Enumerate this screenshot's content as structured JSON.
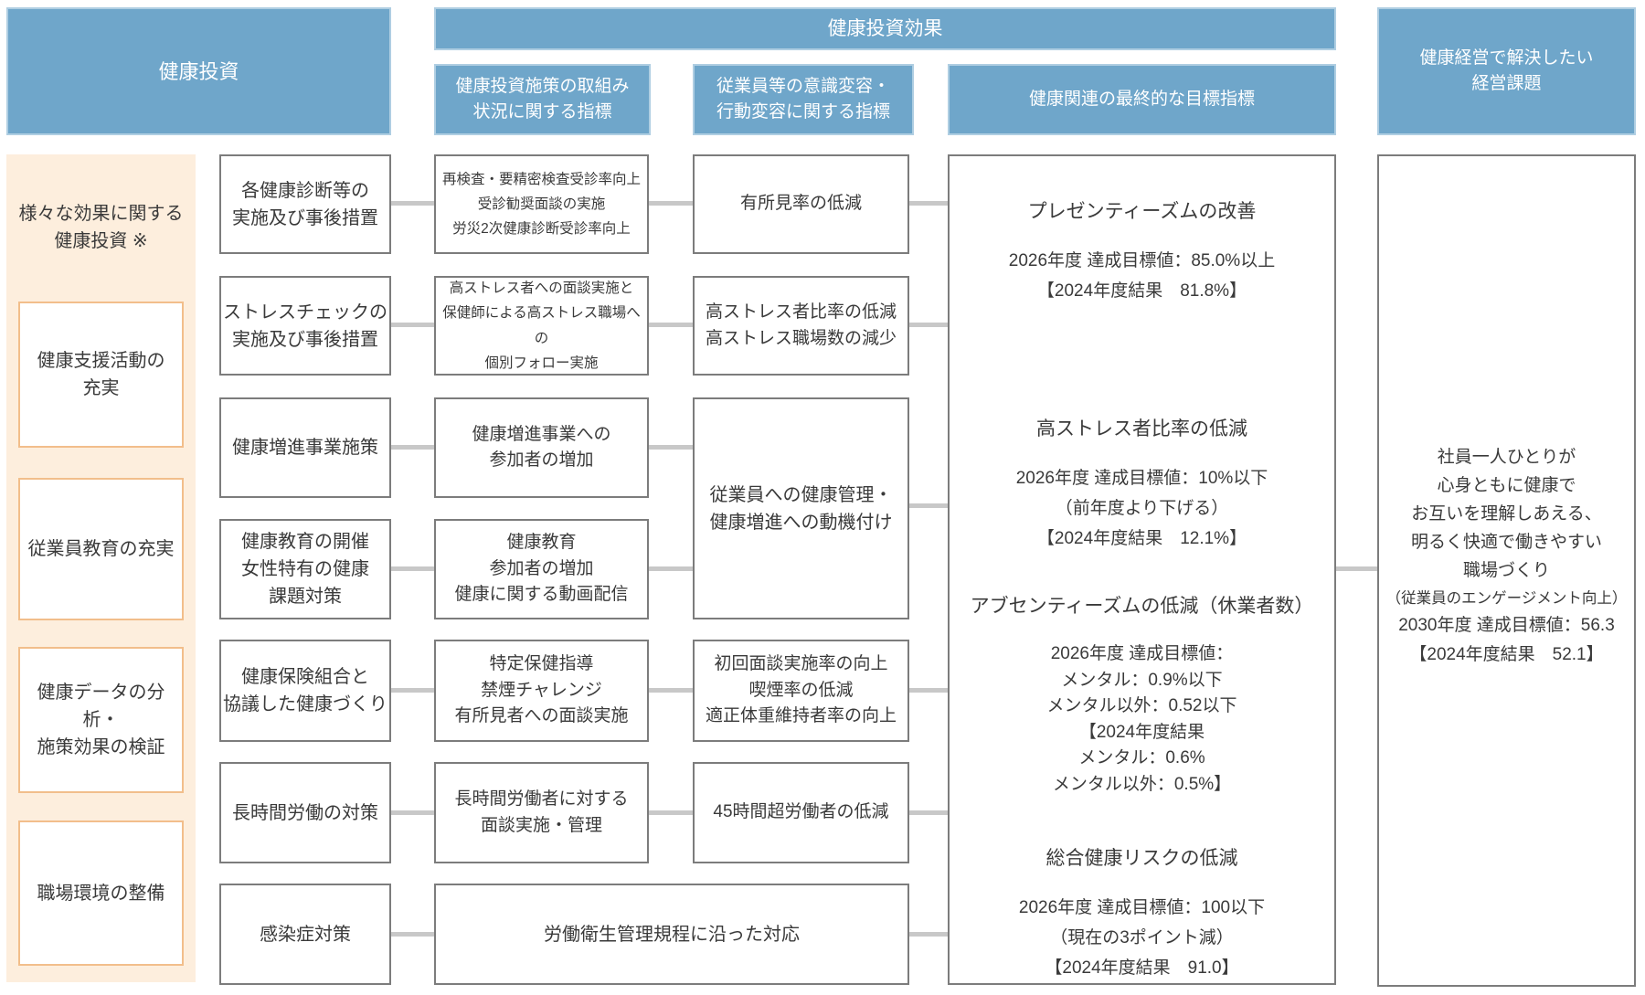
{
  "palette": {
    "header_blue": "#6FA6CA",
    "header_blue_border": "#AFCEE2",
    "box_border_gray": "#7C7C7C",
    "orange_panel_bg": "#FDEEDD",
    "orange_border": "#F2BE8B",
    "connector_gray": "#C8C8C8",
    "text_dark": "#3A3A3A"
  },
  "headers": {
    "investment": "健康投資",
    "effect": "健康投資効果",
    "sub_initiative": "健康投資施策の取組み\n状況に関する指標",
    "sub_behavior": "従業員等の意識変容・\n行動変容に関する指標",
    "sub_final": "健康関連の最終的な目標指標",
    "management_issue": "健康経営で解決したい\n経営課題"
  },
  "investment_panel": {
    "title": "様々な効果に関する\n健康投資 ※",
    "items": [
      "健康支援活動の\n充実",
      "従業員教育の充実",
      "健康データの分析・\n施策効果の検証",
      "職場環境の整備"
    ]
  },
  "measures": [
    "各健康診断等の\n実施及び事後措置",
    "ストレスチェックの\n実施及び事後措置",
    "健康増進事業施策",
    "健康教育の開催\n女性特有の健康\n課題対策",
    "健康保険組合と\n協議した健康づくり",
    "長時間労働の対策",
    "感染症対策"
  ],
  "initiative_indicators": [
    "再検査・要精密検査受診率向上\n受診勧奨面談の実施\n労災2次健康診断受診率向上",
    "高ストレス者への面談実施と\n保健師による高ストレス職場への\n個別フォロー実施",
    "健康増進事業への\n参加者の増加",
    "健康教育\n参加者の増加\n健康に関する動画配信",
    "特定保健指導\n禁煙チャレンジ\n有所見者への面談実施",
    "長時間労働者に対する\n面談実施・管理",
    "労働衛生管理規程に沿った対応"
  ],
  "behavior_indicators": [
    "有所見率の低減",
    "高ストレス者比率の低減\n高ストレス職場数の減少",
    "従業員への健康管理・\n健康増進への動機付け",
    "初回面談実施率の向上\n喫煙率の低減\n適正体重維持者率の向上",
    "45時間超労働者の低減"
  ],
  "final_targets": [
    {
      "title": "プレゼンティーズムの改善",
      "detail": "2026年度 達成目標値：85.0%以上\n【2024年度結果　81.8%】"
    },
    {
      "title": "高ストレス者比率の低減",
      "detail": "2026年度 達成目標値：10%以下\n（前年度より下げる）\n【2024年度結果　12.1%】"
    },
    {
      "title": "アブセンティーズムの低減（休業者数）",
      "detail": "2026年度 達成目標値：\nメンタル：0.9%以下\nメンタル以外：0.52以下\n【2024年度結果\nメンタル：0.6%\nメンタル以外：0.5%】"
    },
    {
      "title": "総合健康リスクの低減",
      "detail": "2026年度 達成目標値：100以下\n（現在の3ポイント減）\n【2024年度結果　91.0】"
    }
  ],
  "goal": {
    "main": "社員一人ひとりが\n心身ともに健康で\nお互いを理解しあえる、\n明るく快適で働きやすい\n職場づくり",
    "sub": "（従業員のエンゲージメント向上）",
    "detail": "2030年度 達成目標値：56.3\n【2024年度結果　52.1】"
  }
}
